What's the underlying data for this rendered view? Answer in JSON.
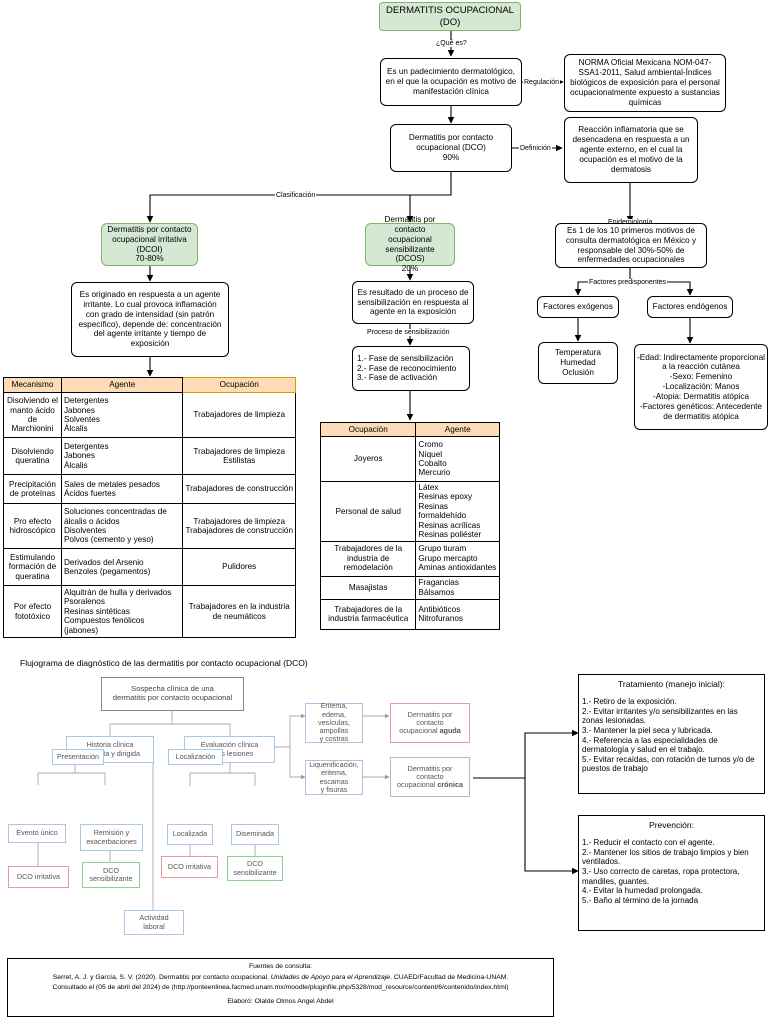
{
  "title": "DERMATITIS OCUPACIONAL (DO)",
  "edges": {
    "que_es": "¿Qué es?",
    "regulacion": "Regulación",
    "definicion": "Definición",
    "clasificacion": "Clasificación",
    "epidemiologia": "Epidemiología",
    "factores_predisponentes": "Factores predisponentes",
    "proceso_sensibilizacion": "Proceso de sensibilización"
  },
  "nodes": {
    "padecimiento": "Es un padecimiento dermatológico,\nen el que la ocupación es motivo de\nmanifestación clínica",
    "norma": "NORMA Oficial Mexicana NOM-047-\nSSA1-2011, Salud ambiental-Índices\nbiológicos de exposición para el personal\nocupacionalmente expuesto a sustancias\nquímicas",
    "dco": "Dermatitis por contacto\nocupacional (DCO)\n90%",
    "reaccion": "Reacción inflamatoria que se\ndesencadena en respuesta a un\nagente externo, en el cual la\nocupación es el motivo de la\ndermatosis",
    "epidemio": "Es 1 de los 10 primeros motivos de\nconsulta dermatológica en México y\nresponsable del 30%-50% de\nenfermedades ocupacionales",
    "dcoi": "Dermatitis por contacto\nocupacional irritativa\n(DCOI)\n70-80%",
    "dcos": "Dermatitis por contacto\nocupacional\nsensibilizante (DCOS)\n20%",
    "dcoi_def": "Es originado en respuesta a un agente\nirritante. Lo cual provoca inflamación\ncon grado de intensidad (sin patrón\nespecífico), depende de: concentración\ndel agente irritante y tiempo de\nexposición",
    "dcos_def": "Es resultado de un proceso de\nsensibilización en respuesta al\nagente en la exposición",
    "fases": "1.- Fase de sensibilización\n2.- Fase de reconocimiento\n3.- Fase de activación",
    "exogenos": "Factores exógenos",
    "endogenos": "Factores endógenos",
    "exo_list": "Temperatura\nHumedad\nOclusión",
    "endo_list": "-Edad: Indirectamente proporcional\na la reacción cutánea\n-Sexo: Femenino\n-Localización: Manos\n-Atopia: Dermatitis atópica\n-Factores genéticos: Antecedente\nde dermatitis atópica"
  },
  "table_irritativa": {
    "headers": [
      "Mecanismo",
      "Agente",
      "Ocupación"
    ],
    "rows": [
      {
        "mecanismo": "Disolviendo el\nmanto ácido de\nMarchionini",
        "agente": "Detergentes\nJabones\nSolventes\nÁlcalis",
        "ocupacion": "Trabajadores de limpieza"
      },
      {
        "mecanismo": "Disolviendo\nqueratina",
        "agente": "Detergentes\nJabones\nÁlcalis",
        "ocupacion": "Trabajadores de limpieza\nEstilistas"
      },
      {
        "mecanismo": "Precipitación\nde proteínas",
        "agente": "Sales de metales pesados\nÁcidos fuertes",
        "ocupacion": "Trabajadores de construcción"
      },
      {
        "mecanismo": "Pro efecto\nhidroscópico",
        "agente": "Soluciones concentradas de\nálcalis o ácidos\nDisolventes\nPolvos (cemento y yeso)",
        "ocupacion": "Trabajadores de limpieza\nTrabajadores de construcción"
      },
      {
        "mecanismo": "Estimulando\nformación de\nqueratina",
        "agente": "Derivados del Arsenio\nBenzoles (pegamentos)",
        "ocupacion": "Pulidores"
      },
      {
        "mecanismo": "Por efecto\nfototóxico",
        "agente": "Alquitrán de hulla y derivados\nPsoralenos\nResinas sintéticas\nCompuestos fenólicos (jabones)",
        "ocupacion": "Trabajadores en la industria\nde neumáticos"
      }
    ]
  },
  "table_sensibilizante": {
    "headers": [
      "Ocupación",
      "Agente"
    ],
    "rows": [
      {
        "ocupacion": "Joyeros",
        "agente": "Cromo\nNíquel\nCobalto\nMercurio"
      },
      {
        "ocupacion": "Personal de salud",
        "agente": "Látex\nResinas epoxy\nResinas formaldehído\nResinas acrílicas\nResinas poliéster"
      },
      {
        "ocupacion": "Trabajadores de la\nindustria de\nremodelación",
        "agente": "Grupo tiuram\nGrupo mercapto\nAminas antioxidantes"
      },
      {
        "ocupacion": "Masajistas",
        "agente": "Fragancias\nBálsamos"
      },
      {
        "ocupacion": "Trabajadores de la\nindustria farmacéutica",
        "agente": "Antibióticos\nNitrofuranos"
      }
    ]
  },
  "flujograma": {
    "title": "Flujograma de diagnóstico de las dermatitis por contacto ocupacional (DCO)",
    "sospecha": "Sospecha clínica de una\ndermatitis por contacto ocupacional",
    "historia": "Historia clínica\ncompleta y dirigida",
    "evaluacion": "Evaluación clínica\nde las lesiones",
    "eritema": "Eritema, edema,\nvesículas, ampollas\ny costras",
    "aguda_pre": "Dermatitis por\ncontacto\nocupacional ",
    "aguda_b": "aguda",
    "liquen": "Liquenificación,\neritema, escamas\ny fisuras",
    "cronica_pre": "Dermatitis por\ncontacto\nocupacional ",
    "cronica_b": "crónica",
    "presentacion": "Presentación",
    "localizacion": "Localización",
    "evento": "Evento único",
    "remision": "Remisión y\nexacerbaciones",
    "localizada": "Localizada",
    "diseminada": "Diseminada",
    "dco_irr1": "DCO irritativa",
    "dco_sens1": "DCO\nsensibilizante",
    "dco_irr2": "DCO irritativa",
    "dco_sens2": "DCO\nsensibilizante",
    "actividad": "Actividad\nlaboral"
  },
  "tratamiento": {
    "title": "Tratamiento (manejo inicial):",
    "items": [
      "1.- Retiro de la exposición.",
      "2.- Evitar irritantes y/o sensibilizantes en las zonas lesionadas.",
      "3.- Mantener la piel seca y lubricada.",
      "4.- Referencia a las especialidades de dermatología y salud en el trabajo.",
      "5.- Evitar recaídas, con rotación de turnos y/o de puestos de trabajo"
    ]
  },
  "prevencion": {
    "title": "Prevención:",
    "items": [
      "1.- Reducir el contacto con el agente.",
      "2.- Mantener los sitios de trabajo limpios y bien ventilados.",
      "3.- Uso correcto de caretas, ropa protectora, mandiles, guantes.",
      "4.- Evitar la humedad prolongada.",
      "5.- Baño al término de la jornada"
    ]
  },
  "fuentes": {
    "title": "Fuentes de consulta:",
    "ref_a": "Serret, A. J. y García, S. V. (2020). Dermatitis por contacto ocupacional. ",
    "ref_b": "Unidades de Apoyo para el Aprendizaje",
    "ref_c": ". CUAED/Facultad de Medicina-UNAM.",
    "ref_d": "Consultado el (05 de abril del 2024) de (http://ponteenlinea.facmed.unam.mx/moodle/pluginfile.php/5328/mod_resource/content/6/contenido/index.html)",
    "elaboro": "Elaboró: Olalde Olmos Angel Abdel"
  }
}
